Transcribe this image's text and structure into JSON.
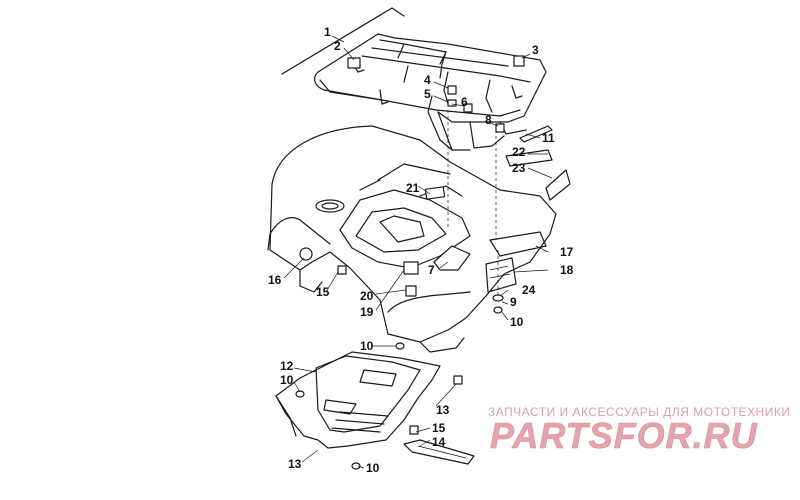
{
  "callouts": [
    {
      "id": "c1",
      "text": "1"
    },
    {
      "id": "c2",
      "text": "2"
    },
    {
      "id": "c3",
      "text": "3"
    },
    {
      "id": "c4",
      "text": "4"
    },
    {
      "id": "c5",
      "text": "5"
    },
    {
      "id": "c6",
      "text": "6"
    },
    {
      "id": "c7",
      "text": "7"
    },
    {
      "id": "c8",
      "text": "8"
    },
    {
      "id": "c9",
      "text": "9"
    },
    {
      "id": "c10a",
      "text": "10"
    },
    {
      "id": "c10b",
      "text": "10"
    },
    {
      "id": "c10c",
      "text": "10"
    },
    {
      "id": "c10d",
      "text": "10"
    },
    {
      "id": "c11",
      "text": "11"
    },
    {
      "id": "c12",
      "text": "12"
    },
    {
      "id": "c13a",
      "text": "13"
    },
    {
      "id": "c13b",
      "text": "13"
    },
    {
      "id": "c14",
      "text": "14"
    },
    {
      "id": "c15a",
      "text": "15"
    },
    {
      "id": "c15b",
      "text": "15"
    },
    {
      "id": "c16",
      "text": "16"
    },
    {
      "id": "c17",
      "text": "17"
    },
    {
      "id": "c18",
      "text": "18"
    },
    {
      "id": "c19",
      "text": "19"
    },
    {
      "id": "c20",
      "text": "20"
    },
    {
      "id": "c21",
      "text": "21"
    },
    {
      "id": "c22",
      "text": "22"
    },
    {
      "id": "c23",
      "text": "23"
    },
    {
      "id": "c24",
      "text": "24"
    }
  ],
  "watermark": {
    "tagline": "ЗАПЧАСТИ И АКСЕССУАРЫ ДЛЯ МОТОТЕХНИКИ",
    "logo": "PARTSFOR.RU",
    "color": "#e3a4ab"
  },
  "colors": {
    "ink": "#1a1a1a",
    "watermark": "#e3a4ab",
    "background": "#ffffff"
  }
}
